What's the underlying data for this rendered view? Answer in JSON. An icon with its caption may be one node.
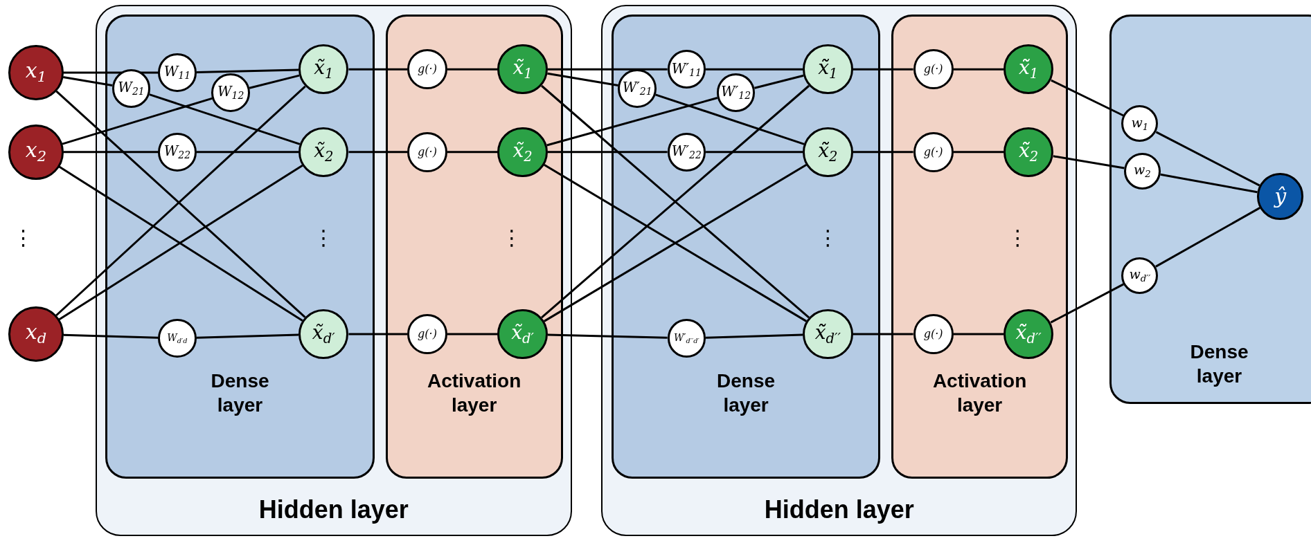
{
  "diagram": {
    "nodes": [
      {
        "text": [
          "x$_{1}$"
        ]
      },
      {
        "text": [
          "x$_{2}$"
        ]
      },
      {
        "text": [
          "x$_{d}$"
        ]
      },
      {
        "text": [
          "Hidden layer"
        ]
      },
      {
        "text": [
          "Dense layer"
        ],
        "in": 3
      },
      {
        "text": [
          "W$_{11}$"
        ],
        "in": 4
      },
      {
        "text": [
          "W$_{21}$"
        ],
        "in": 4
      },
      {
        "text": [
          "W$_{12}$"
        ],
        "in": 4
      },
      {
        "text": [
          "W$_{22}$"
        ],
        "in": 4
      },
      {
        "text": [
          "W$_{d′d}$"
        ],
        "in": 4
      },
      {
        "text": [
          "x̃$_{1}$"
        ],
        "in": 4
      },
      {
        "text": [
          "x̃$_{2}$"
        ],
        "in": 4
      },
      {
        "text": [
          "x̃$_{d′}$"
        ],
        "in": 4
      },
      {
        "text": [
          "Activation layer"
        ],
        "in": 3
      },
      {
        "text": [
          "g(·)"
        ],
        "in": 13
      },
      {
        "text": [
          "g(·)"
        ],
        "in": 13
      },
      {
        "text": [
          "g(·)"
        ],
        "in": 13
      },
      {
        "text": [
          "x̃$_{1}$"
        ],
        "in": 13
      },
      {
        "text": [
          "x̃$_{2}$"
        ],
        "in": 13
      },
      {
        "text": [
          "x̃$_{d′}$"
        ],
        "in": 13
      },
      {
        "text": [
          "Hidden layer"
        ]
      },
      {
        "text": [
          "Dense layer"
        ],
        "in": 20
      },
      {
        "text": [
          "W′$_{11}$"
        ],
        "in": 21
      },
      {
        "text": [
          "W′$_{21}$"
        ],
        "in": 21
      },
      {
        "text": [
          "W′$_{12}$"
        ],
        "in": 21
      },
      {
        "text": [
          "W′$_{22}$"
        ],
        "in": 21
      },
      {
        "text": [
          "W′$_{d′′d′}$"
        ],
        "in": 21
      },
      {
        "text": [
          "x̃̃$_{1}$"
        ],
        "in": 21
      },
      {
        "text": [
          "x̃̃$_{2}$"
        ],
        "in": 21
      },
      {
        "text": [
          "x̃̃$_{d′′}$"
        ],
        "in": 21
      },
      {
        "text": [
          "Activation layer"
        ],
        "in": 20
      },
      {
        "text": [
          "g(·)"
        ],
        "in": 30
      },
      {
        "text": [
          "g(·)"
        ],
        "in": 30
      },
      {
        "text": [
          "g(·)"
        ],
        "in": 30
      },
      {
        "text": [
          "x̃̃$_{1}$"
        ],
        "in": 30
      },
      {
        "text": [
          "x̃̃$_{2}$"
        ],
        "in": 30
      },
      {
        "text": [
          "x̃̃$_{d′′}$"
        ],
        "in": 30
      },
      {
        "text": [
          "Dense layer"
        ]
      },
      {
        "text": [
          "w$_{1}$"
        ],
        "in": 37
      },
      {
        "text": [
          "w$_{2}$"
        ],
        "in": 37
      },
      {
        "text": [
          "w$_{d′′}$"
        ],
        "in": 37
      },
      {
        "text": [
          "ŷ"
        ],
        "in": 37
      }
    ],
    "edges": [
      {
        "from": 0,
        "to": 5,
        "arrow": "none"
      },
      {
        "from": 5,
        "to": 10,
        "arrow": "none"
      },
      {
        "from": 0,
        "to": 6,
        "arrow": "none"
      },
      {
        "from": 6,
        "to": 11,
        "arrow": "none"
      },
      {
        "from": 1,
        "to": 7,
        "arrow": "none"
      },
      {
        "from": 7,
        "to": 10,
        "arrow": "none"
      },
      {
        "from": 1,
        "to": 8,
        "arrow": "none"
      },
      {
        "from": 8,
        "to": 11,
        "arrow": "none"
      },
      {
        "from": 2,
        "to": 9,
        "arrow": "none"
      },
      {
        "from": 9,
        "to": 12,
        "arrow": "none"
      },
      {
        "from": 0,
        "to": 12,
        "arrow": "none"
      },
      {
        "from": 1,
        "to": 12,
        "arrow": "none"
      },
      {
        "from": 2,
        "to": 10,
        "arrow": "none"
      },
      {
        "from": 2,
        "to": 11,
        "arrow": "none"
      },
      {
        "from": 10,
        "to": 14,
        "arrow": "none"
      },
      {
        "from": 14,
        "to": 17,
        "arrow": "none"
      },
      {
        "from": 11,
        "to": 15,
        "arrow": "none"
      },
      {
        "from": 15,
        "to": 18,
        "arrow": "none"
      },
      {
        "from": 12,
        "to": 16,
        "arrow": "none"
      },
      {
        "from": 16,
        "to": 19,
        "arrow": "none"
      },
      {
        "from": 17,
        "to": 22,
        "arrow": "none"
      },
      {
        "from": 22,
        "to": 27,
        "arrow": "none"
      },
      {
        "from": 17,
        "to": 23,
        "arrow": "none"
      },
      {
        "from": 23,
        "to": 28,
        "arrow": "none"
      },
      {
        "from": 18,
        "to": 24,
        "arrow": "none"
      },
      {
        "from": 24,
        "to": 27,
        "arrow": "none"
      },
      {
        "from": 18,
        "to": 25,
        "arrow": "none"
      },
      {
        "from": 25,
        "to": 28,
        "arrow": "none"
      },
      {
        "from": 19,
        "to": 26,
        "arrow": "none"
      },
      {
        "from": 26,
        "to": 29,
        "arrow": "none"
      },
      {
        "from": 17,
        "to": 29,
        "arrow": "none"
      },
      {
        "from": 18,
        "to": 29,
        "arrow": "none"
      },
      {
        "from": 19,
        "to": 27,
        "arrow": "none"
      },
      {
        "from": 19,
        "to": 28,
        "arrow": "none"
      },
      {
        "from": 27,
        "to": 31,
        "arrow": "none"
      },
      {
        "from": 31,
        "to": 34,
        "arrow": "none"
      },
      {
        "from": 28,
        "to": 32,
        "arrow": "none"
      },
      {
        "from": 32,
        "to": 35,
        "arrow": "none"
      },
      {
        "from": 29,
        "to": 33,
        "arrow": "none"
      },
      {
        "from": 33,
        "to": 36,
        "arrow": "none"
      },
      {
        "from": 34,
        "to": 38,
        "arrow": "none"
      },
      {
        "from": 38,
        "to": 41,
        "arrow": "none"
      },
      {
        "from": 35,
        "to": 39,
        "arrow": "none"
      },
      {
        "from": 39,
        "to": 41,
        "arrow": "none"
      },
      {
        "from": 36,
        "to": 40,
        "arrow": "none"
      },
      {
        "from": 40,
        "to": 41,
        "arrow": "none"
      }
    ],
    "labels": [
      "⋮",
      "⋮",
      "⋮",
      "⋮",
      "⋮"
    ]
  }
}
